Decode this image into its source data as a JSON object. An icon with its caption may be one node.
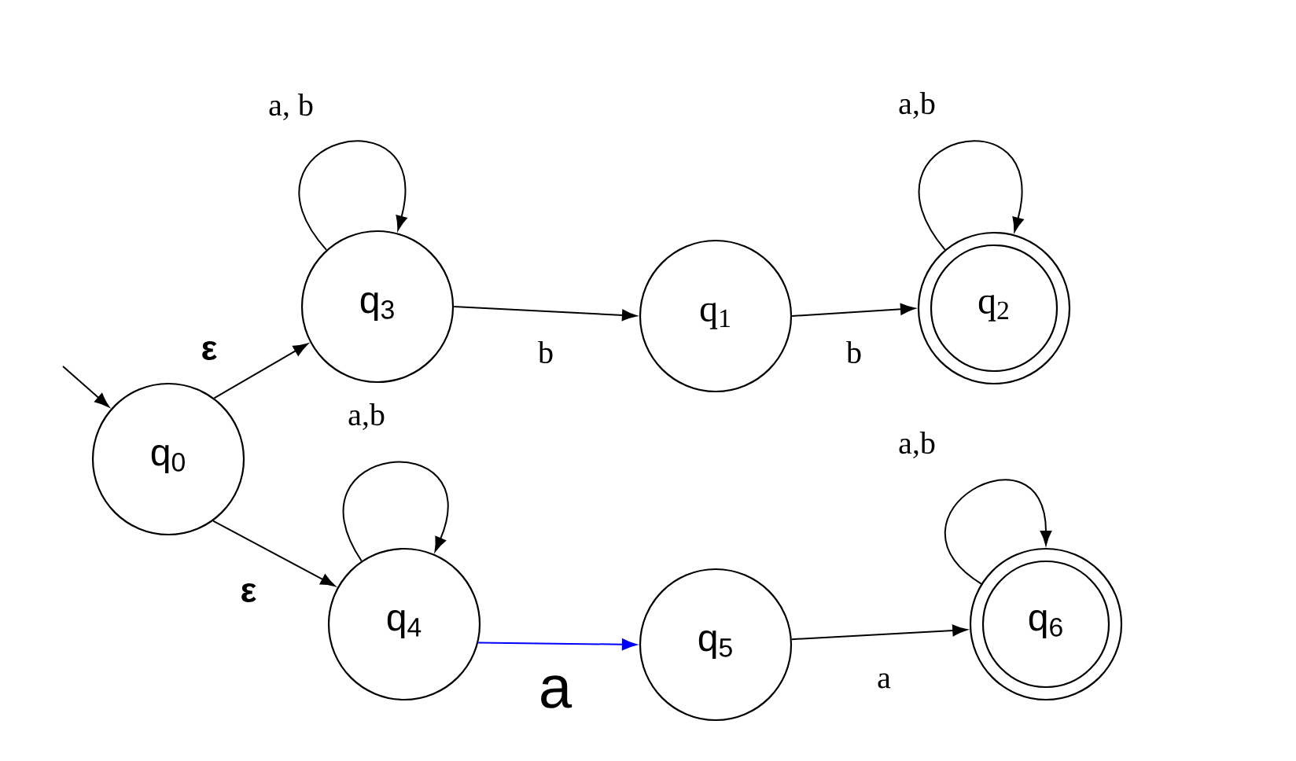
{
  "diagram": {
    "nodes": [
      {
        "text": [
          "q$_{0}$"
        ]
      },
      {
        "text": [
          "q$_{3}$"
        ]
      },
      {
        "text": [
          "q$_{1}$"
        ]
      },
      {
        "text": [
          "q$_{2}$"
        ]
      },
      {
        "text": [
          "q$_{4}$"
        ]
      },
      {
        "text": [
          "q$_{5}$"
        ]
      },
      {
        "text": [
          "q$_{6}$"
        ]
      }
    ],
    "edges": [
      {
        "from": null,
        "to": 0,
        "arrow": "to"
      },
      {
        "from": 0,
        "to": 1,
        "arrow": "to",
        "label": "ε"
      },
      {
        "from": 1,
        "to": 1,
        "arrow": "to",
        "label": "a, b"
      },
      {
        "from": 1,
        "to": 2,
        "arrow": "to",
        "label": "b"
      },
      {
        "from": 2,
        "to": 3,
        "arrow": "to",
        "label": "b"
      },
      {
        "from": 3,
        "to": 3,
        "arrow": "to",
        "label": "a,b"
      },
      {
        "from": 0,
        "to": 4,
        "arrow": "to",
        "label": "ε"
      },
      {
        "from": 4,
        "to": 4,
        "arrow": "to",
        "label": "a,b"
      },
      {
        "from": 4,
        "to": 5,
        "arrow": "to",
        "label": "a",
        "color": "#0000ff"
      },
      {
        "from": 5,
        "to": 6,
        "arrow": "to",
        "label": "a"
      },
      {
        "from": 6,
        "to": 6,
        "arrow": "to",
        "label": "a,b"
      }
    ]
  }
}
